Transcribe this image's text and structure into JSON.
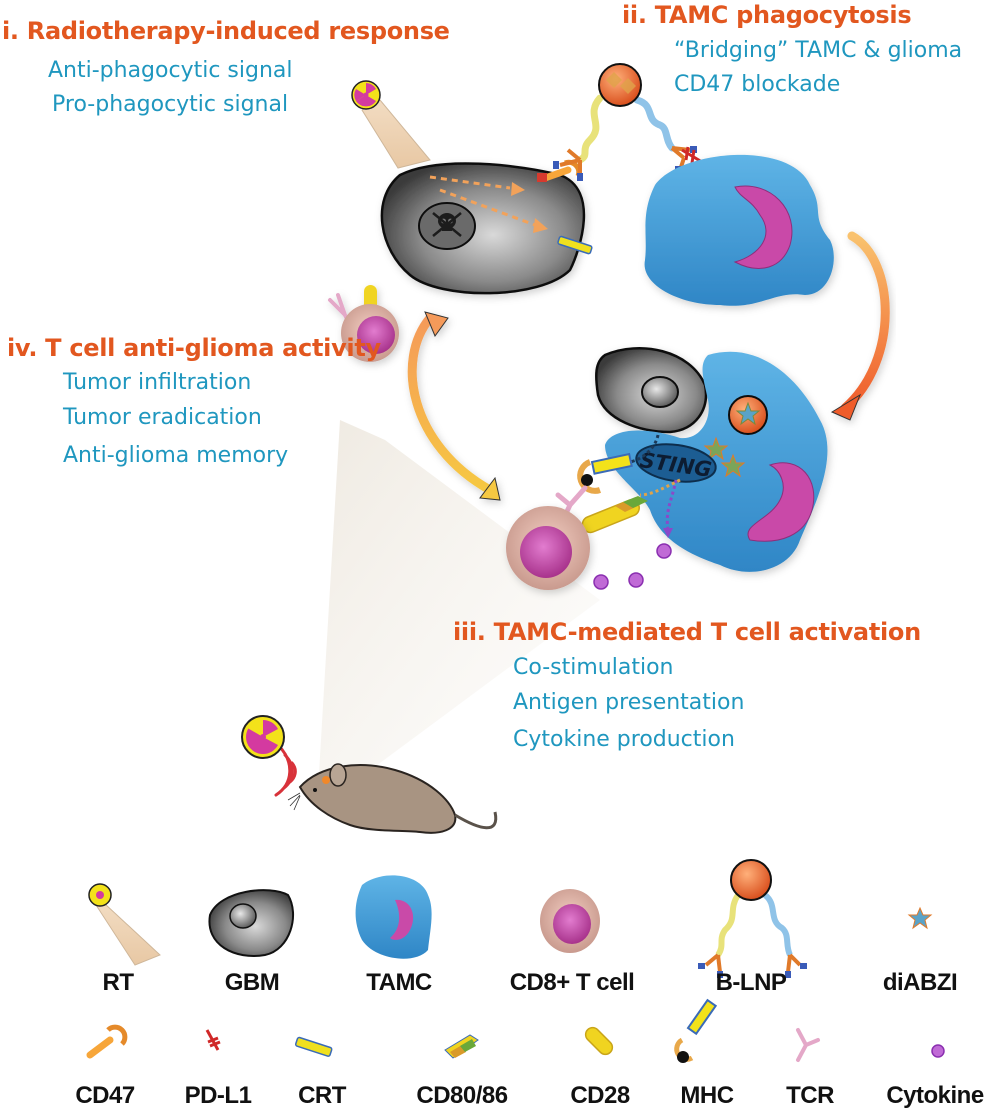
{
  "diagram": {
    "stages": [
      {
        "id": "i",
        "title": "i.  Radiotherapy-induced response",
        "items": [
          "Anti-phagocytic signal",
          "Pro-phagocytic signal"
        ]
      },
      {
        "id": "ii",
        "title": "ii.  TAMC phagocytosis",
        "items": [
          "“Bridging” TAMC & glioma",
          "CD47 blockade"
        ]
      },
      {
        "id": "iii",
        "title": "iii.  TAMC-mediated T cell activation",
        "items": [
          "Co-stimulation",
          "Antigen presentation",
          "Cytokine production"
        ]
      },
      {
        "id": "iv",
        "title": "iv.  T cell anti-glioma activity",
        "items": [
          "Tumor infiltration",
          "Tumor eradication",
          "Anti-glioma memory"
        ]
      }
    ],
    "sting_label": "STING",
    "colors": {
      "title_orange": "#e2571f",
      "item_blue": "#1f97bf",
      "tamc_blue": "#3a9bd6",
      "nucleus_magenta": "#c94aa8",
      "gbm_gray": "#7a7a7a",
      "tcell_pink": "#e8b5a8",
      "radiation_yellow": "#f3e21a",
      "radiation_magenta": "#d43aa0",
      "arrow_orange": "#f5a24a",
      "cytokine_purple": "#b04ac9"
    }
  },
  "legend": {
    "row1": [
      {
        "label": "RT",
        "icon": "radiation-source-icon"
      },
      {
        "label": "GBM",
        "icon": "gbm-cell-icon"
      },
      {
        "label": "TAMC",
        "icon": "tamc-cell-icon"
      },
      {
        "label": "CD8+ T cell",
        "icon": "t-cell-icon"
      },
      {
        "label": "B-LNP",
        "icon": "b-lnp-icon"
      },
      {
        "label": "diABZI",
        "icon": "diabzi-star-icon"
      }
    ],
    "row2": [
      {
        "label": "CD47",
        "icon": "cd47-receptor-icon"
      },
      {
        "label": "PD-L1",
        "icon": "pd-l1-icon"
      },
      {
        "label": "CRT",
        "icon": "crt-rod-icon"
      },
      {
        "label": "CD80/86",
        "icon": "cd80-86-icon"
      },
      {
        "label": "CD28",
        "icon": "cd28-capsule-icon"
      },
      {
        "label": "MHC",
        "icon": "mhc-icon"
      },
      {
        "label": "TCR",
        "icon": "tcr-icon"
      },
      {
        "label": "Cytokine",
        "icon": "cytokine-dot-icon"
      }
    ]
  }
}
